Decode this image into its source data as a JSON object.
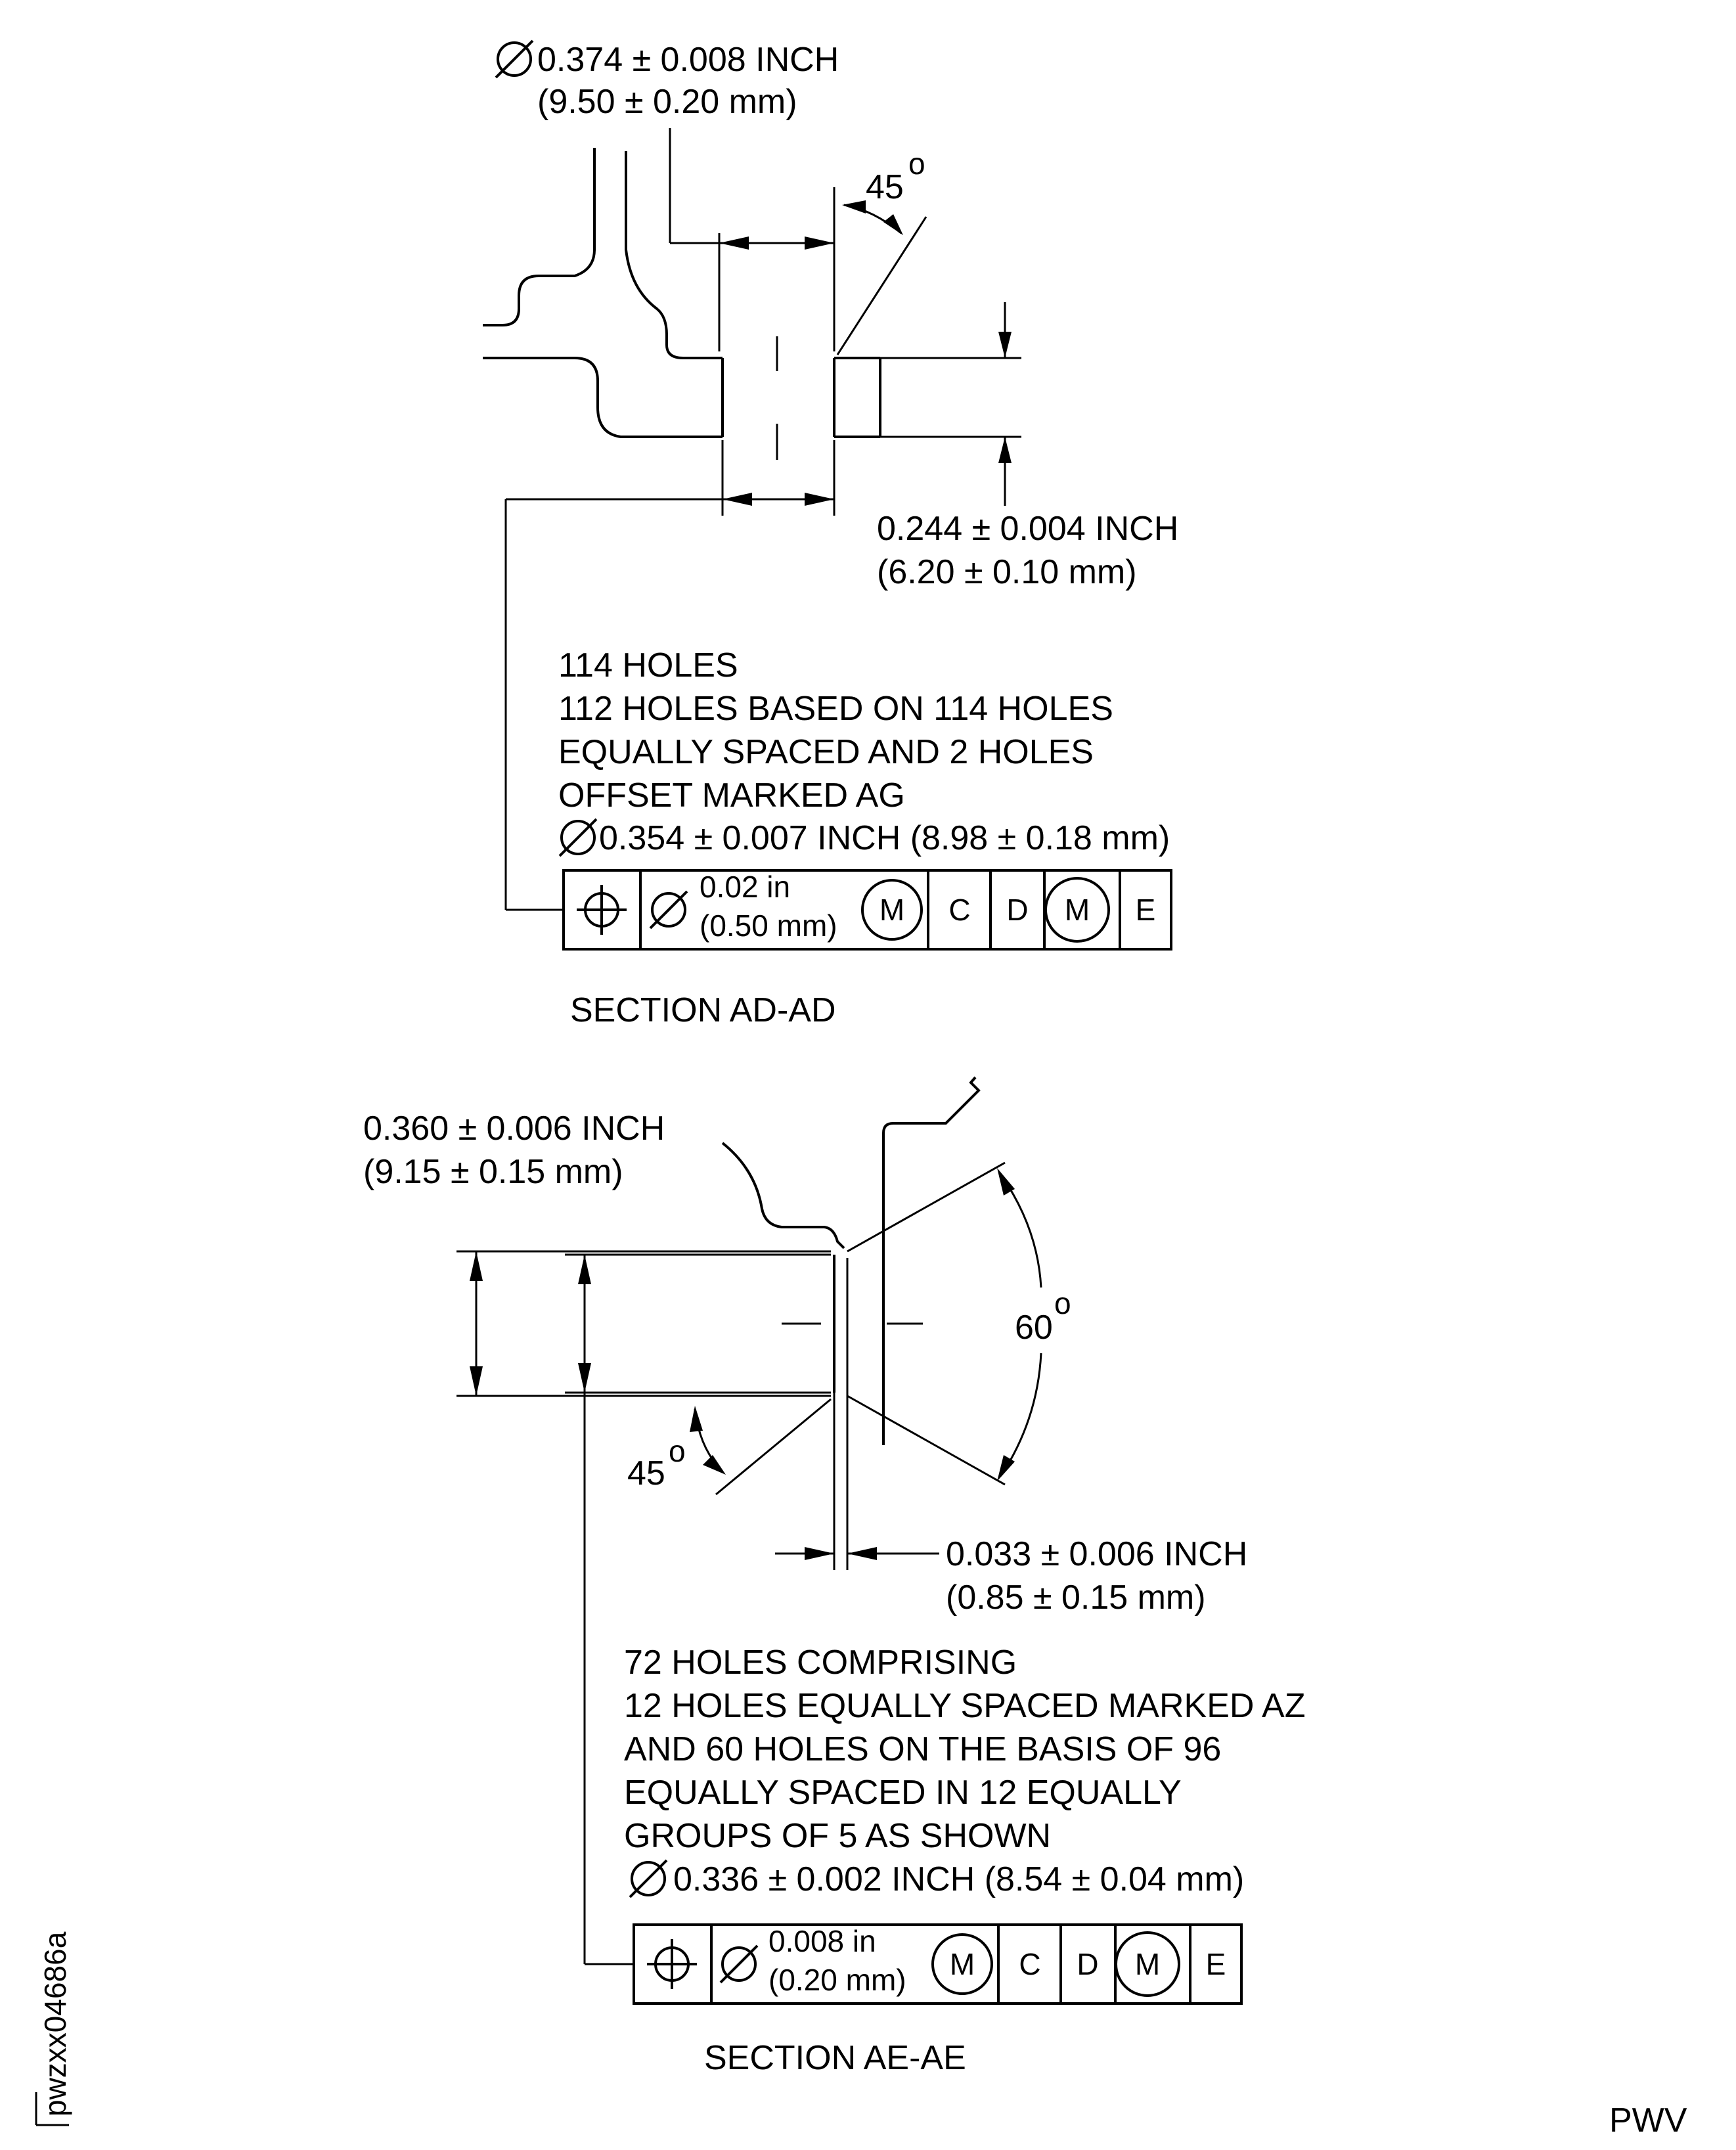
{
  "section_ad": {
    "diameter_inch": "0.374 ± 0.008 INCH",
    "diameter_mm": "(9.50 ± 0.20 mm)",
    "angle": "45",
    "angle_unit": "o",
    "thickness_inch": "0.244 ± 0.004 INCH",
    "thickness_mm": "(6.20 ± 0.10 mm)",
    "notes": [
      "114 HOLES",
      "112 HOLES BASED ON 114 HOLES",
      "EQUALLY SPACED AND 2 HOLES",
      "OFFSET MARKED AG"
    ],
    "hole_diameter": "0.354 ± 0.007 INCH (8.98 ± 0.18 mm)",
    "fcf": {
      "tol_in": "0.02 in",
      "tol_mm": "(0.50 mm)",
      "mod1": "M",
      "datum1": "C",
      "datum2": "D",
      "mod2": "M",
      "datum3": "E"
    },
    "title": "SECTION AD-AD"
  },
  "section_ae": {
    "height_inch": "0.360 ± 0.006 INCH",
    "height_mm": "(9.15 ± 0.15 mm)",
    "angle_60": "60",
    "angle_45": "45",
    "angle_unit": "o",
    "depth_inch": "0.033 ± 0.006 INCH",
    "depth_mm": "(0.85 ± 0.15 mm)",
    "notes": [
      "72 HOLES COMPRISING",
      "12 HOLES EQUALLY SPACED MARKED AZ",
      "AND 60 HOLES ON THE BASIS OF 96",
      "EQUALLY SPACED IN 12 EQUALLY",
      "GROUPS OF 5 AS SHOWN"
    ],
    "hole_diameter": "0.336 ± 0.002 INCH (8.54 ± 0.04 mm)",
    "fcf": {
      "tol_in": "0.008 in",
      "tol_mm": "(0.20 mm)",
      "mod1": "M",
      "datum1": "C",
      "datum2": "D",
      "mod2": "M",
      "datum3": "E"
    },
    "title": "SECTION AE-AE"
  },
  "figure_id": "pwzxx04686a",
  "corner_label": "PWV",
  "icons": [
    "diameter-symbol",
    "position-symbol",
    "max-material-condition-symbol"
  ]
}
